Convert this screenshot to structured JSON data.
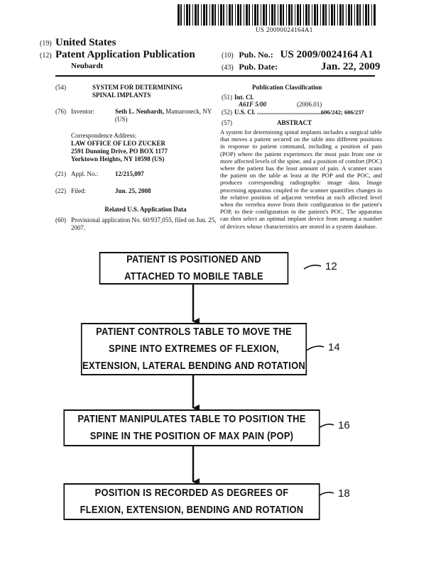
{
  "header": {
    "barcode_number": "US 20090024164A1",
    "country_code": "(19)",
    "country": "United States",
    "type_code": "(12)",
    "type": "Patent Application Publication",
    "inventor_name": "Neubardt",
    "pubno_code": "(10)",
    "pubno_label": "Pub. No.:",
    "pubno": "US 2009/0024164 A1",
    "pubdate_code": "(43)",
    "pubdate_label": "Pub. Date:",
    "pubdate": "Jan. 22, 2009"
  },
  "left": {
    "title_code": "(54)",
    "title": "SYSTEM FOR DETERMINING SPINAL IMPLANTS",
    "inventor_code": "(76)",
    "inventor_label": "Inventor:",
    "inventor_name": "Seth L. Neubardt,",
    "inventor_place": " Mamaroneck, NY (US)",
    "corr_label": "Correspondence Address:",
    "corr_lines": [
      "LAW OFFICE OF LEO ZUCKER",
      "2591 Dunning Drive, PO BOX 1177",
      "Yorktown Heights, NY 10598 (US)"
    ],
    "appl_code": "(21)",
    "appl_label": "Appl. No.:",
    "appl_no": "12/215,097",
    "filed_code": "(22)",
    "filed_label": "Filed:",
    "filed_date": "Jun. 25, 2008",
    "related_title": "Related U.S. Application Data",
    "prov_code": "(60)",
    "prov_text": "Provisional application No. 60/937,055, filed on Jun. 25, 2007."
  },
  "right": {
    "pubclass_title": "Publication Classification",
    "intcl_code": "(51)",
    "intcl_label": "Int. Cl.",
    "intcl_value": "A61F 5/00",
    "intcl_year": "(2006.01)",
    "uscl_code": "(52)",
    "uscl_label": "U.S. Cl. .........................................",
    "uscl_value": "606/242; 606/237",
    "abstract_code": "(57)",
    "abstract_title": "ABSTRACT",
    "abstract_text": "A system for determining spinal implants includes a surgical table that moves a patient secured on the table into different positions in response to patient command, including a position of pain (POP) where the patient experiences the most pain from one or more affected levels of the spine, and a position of comfort (POC) where the patient has the least amount of pain. A scanner scans the patient on the table at least at the POP and the POC, and produces corresponding radiographic image data. Image processing apparatus coupled to the scanner quantifies changes in the relative position of adjacent vertebra at each affected level when the vertebra move from their configuration in the patient's POP, to their configuration in the patient's POC. The apparatus can then select an optimal implant device from among a number of devices whose characteristics are stored in a system database."
  },
  "flowchart": {
    "steps": [
      {
        "lines": [
          "PATIENT IS POSITIONED AND",
          "ATTACHED TO MOBILE TABLE"
        ],
        "ref": "12"
      },
      {
        "lines": [
          "PATIENT CONTROLS TABLE TO MOVE THE",
          "SPINE INTO EXTREMES OF FLEXION,",
          "EXTENSION, LATERAL BENDING AND ROTATION"
        ],
        "ref": "14"
      },
      {
        "lines": [
          "PATIENT MANIPULATES TABLE TO POSITION THE",
          "SPINE IN THE POSITION OF MAX PAIN (POP)"
        ],
        "ref": "16"
      },
      {
        "lines": [
          "POSITION IS RECORDED AS DEGREES OF",
          "FLEXION, EXTENSION, BENDING AND ROTATION"
        ],
        "ref": "18"
      }
    ]
  }
}
